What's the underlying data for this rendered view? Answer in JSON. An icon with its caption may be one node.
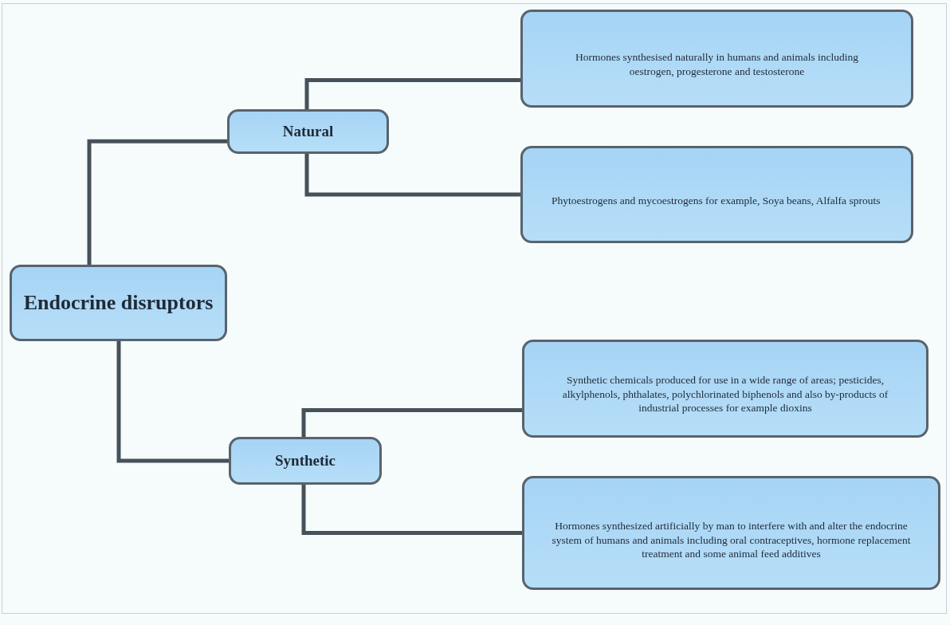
{
  "diagram": {
    "nodes": [
      {
        "text": [
          "Endocrine disruptors"
        ]
      },
      {
        "text": [
          "Natural"
        ]
      },
      {
        "text": [
          "Hormones synthesised naturally in humans and animals including oestrogen, progesterone and testosterone"
        ]
      },
      {
        "text": [
          "Phytoestrogens and mycoestrogens for example, Soya beans, Alfalfa sprouts"
        ]
      },
      {
        "text": [
          "Synthetic"
        ]
      },
      {
        "text": [
          "Synthetic chemicals produced for use in a wide range of areas; pesticides, alkylphenols, phthalates, polychlorinated biphenols and also by-products of industrial processes for example dioxins"
        ]
      },
      {
        "text": [
          "Hormones synthesized artificially by man to interfere with and alter the endocrine system of humans and animals including oral contraceptives, hormone replacement treatment and some animal feed additives"
        ]
      }
    ],
    "edges": [
      {
        "from": 0,
        "to": 1,
        "arrow": "none"
      },
      {
        "from": 1,
        "to": 2,
        "arrow": "none"
      },
      {
        "from": 1,
        "to": 3,
        "arrow": "none"
      },
      {
        "from": 0,
        "to": 4,
        "arrow": "none"
      },
      {
        "from": 4,
        "to": 5,
        "arrow": "none"
      },
      {
        "from": 4,
        "to": 6,
        "arrow": "none"
      }
    ]
  }
}
